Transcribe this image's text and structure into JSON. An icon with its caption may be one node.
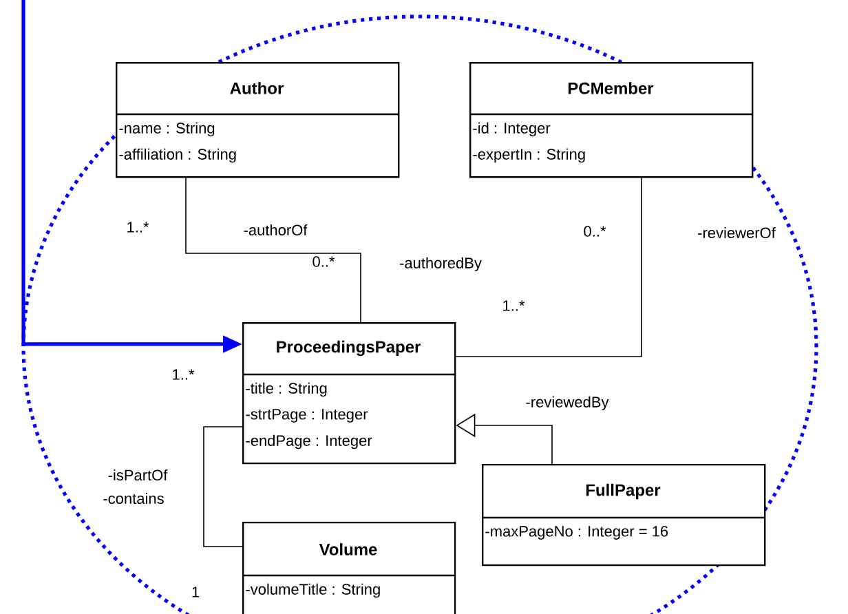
{
  "diagram": {
    "nodes": [
      {
        "text": [
          "Author",
          "-name : String",
          "-affiliation : String"
        ]
      },
      {
        "text": [
          "PCMember",
          "-id : Integer",
          "-expertIn : String"
        ]
      },
      {
        "text": [
          "ProceedingsPaper",
          "-title : String",
          "-strtPage : Integer",
          "-endPage : Integer"
        ]
      },
      {
        "text": [
          "FullPaper",
          "-maxPageNo : Integer = 16"
        ]
      },
      {
        "text": [
          "Volume",
          "-volumeTitle : String"
        ]
      }
    ],
    "edges": [
      {
        "from": 0,
        "to": 2,
        "arrow": "none"
      },
      {
        "from": 1,
        "to": 2,
        "arrow": "none"
      },
      {
        "from": 3,
        "to": 2,
        "arrow": "to"
      },
      {
        "from": 2,
        "to": 4,
        "arrow": "none"
      },
      {
        "from": null,
        "to": 2,
        "arrow": "to",
        "style": "thick",
        "color": "#0000ff"
      }
    ],
    "labels": [
      "1..*",
      "-authorOf",
      "0..*",
      "-reviewerOf",
      "0..*",
      "-authoredBy",
      "1..*",
      "1..*",
      "-reviewedBy",
      "-isPartOf",
      "-contains",
      "1"
    ]
  }
}
